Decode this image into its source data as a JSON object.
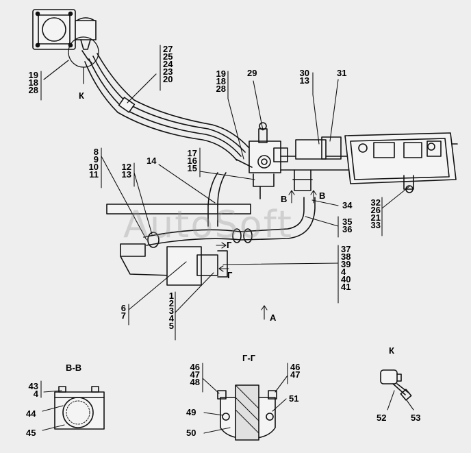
{
  "watermark": "AutoSoft",
  "callouts": {
    "k_top": [
      "19",
      "18",
      "28"
    ],
    "k_letter": "К",
    "hose_group": [
      "27",
      "25",
      "24",
      "23",
      "20"
    ],
    "valve_group": [
      "19",
      "18",
      "28"
    ],
    "c29": "29",
    "c30_13": [
      "30",
      "13"
    ],
    "c31": "31",
    "left_group": [
      "8",
      "9",
      "10",
      "11"
    ],
    "c12_13": [
      "12",
      "13"
    ],
    "c14": "14",
    "c17_16_15": [
      "17",
      "16",
      "15"
    ],
    "arrow_b1": "В",
    "arrow_b2": "В",
    "c34": "34",
    "c35_36": [
      "35",
      "36"
    ],
    "right_group": [
      "32",
      "26",
      "21",
      "33"
    ],
    "arrow_g1": "Г",
    "arrow_g2": "Г",
    "bottom_right_group": [
      "37",
      "38",
      "39",
      "4",
      "40",
      "41"
    ],
    "c6_7": [
      "6",
      "7"
    ],
    "bottom_group": [
      "1",
      "2",
      "3",
      "4",
      "5"
    ],
    "arrow_a": "А"
  },
  "sections": {
    "bb": {
      "title": "В-В",
      "left": [
        "43",
        "4"
      ],
      "c44": "44",
      "c45": "45"
    },
    "gg": {
      "title": "Г-Г",
      "left": [
        "46",
        "47",
        "48"
      ],
      "right": [
        "46",
        "47"
      ],
      "c51": "51",
      "c49": "49",
      "c50": "50"
    },
    "k": {
      "title": "К",
      "c52": "52",
      "c53": "53"
    }
  }
}
